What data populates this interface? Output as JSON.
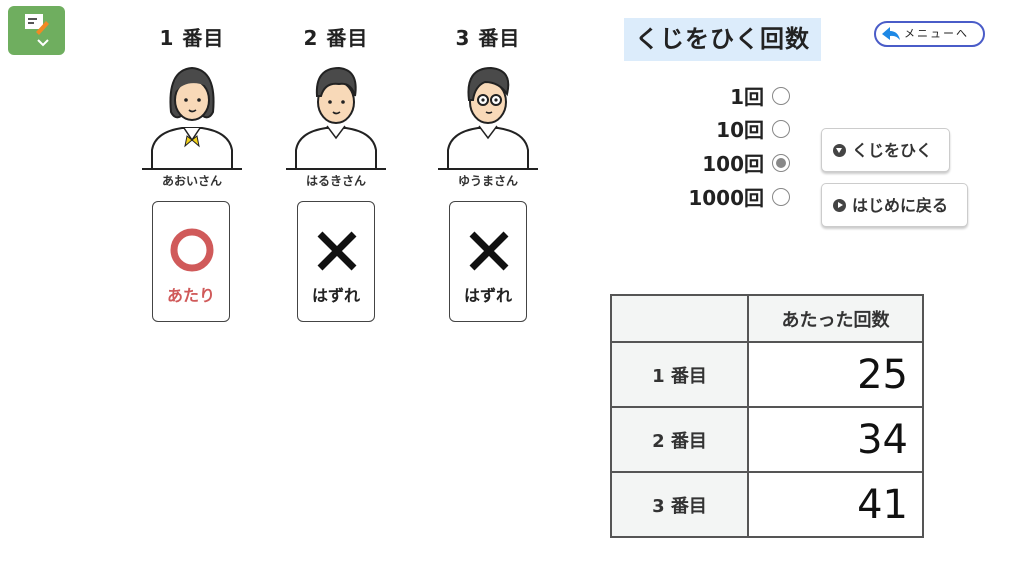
{
  "toolbar": {
    "memo_button": "memo-icon"
  },
  "columns": [
    {
      "title": "1 番目",
      "name": "あおいさん",
      "result": "あたり",
      "mark": "circle",
      "color": "#d05a5a"
    },
    {
      "title": "2 番目",
      "name": "はるきさん",
      "result": "はずれ",
      "mark": "cross",
      "color": "#111111"
    },
    {
      "title": "3 番目",
      "name": "ゆうまさん",
      "result": "はずれ",
      "mark": "cross",
      "color": "#111111"
    }
  ],
  "panel": {
    "title": "くじをひく回数",
    "menu_button": "メニューへ",
    "options": [
      {
        "label": "1回",
        "selected": false
      },
      {
        "label": "10回",
        "selected": false
      },
      {
        "label": "100回",
        "selected": true
      },
      {
        "label": "1000回",
        "selected": false
      }
    ],
    "draw_button": "くじをひく",
    "reset_button": "はじめに戻る"
  },
  "table": {
    "header": "あたった回数",
    "rows": [
      {
        "label": "1 番目",
        "value": "25"
      },
      {
        "label": "2 番目",
        "value": "34"
      },
      {
        "label": "3 番目",
        "value": "41"
      }
    ]
  },
  "colors": {
    "title_bg": "#dcecfb",
    "memo_green": "#6fae5f",
    "menu_border": "#4a5cc8",
    "hit_red": "#d05a5a"
  }
}
